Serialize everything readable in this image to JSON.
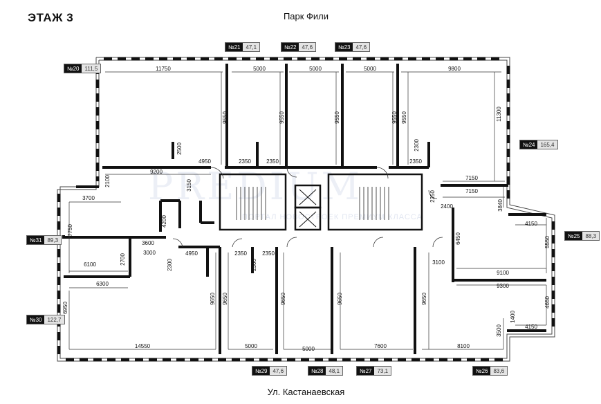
{
  "header": {
    "floor_title": "ЭТАЖ 3",
    "street_top": "Парк Фили",
    "street_bottom": "Ул. Кастанаевская"
  },
  "watermark": {
    "text": "PREDIUM",
    "subtext": "ПОРТАЛ НОВОСТРОЕК ПРЕМИУМ КЛАССА"
  },
  "units": [
    {
      "num": "№21",
      "area": "47,1"
    },
    {
      "num": "№22",
      "area": "47,6"
    },
    {
      "num": "№23",
      "area": "47,6"
    },
    {
      "num": "№20",
      "area": "111,5"
    },
    {
      "num": "№24",
      "area": "165,4"
    },
    {
      "num": "№31",
      "area": "89,3"
    },
    {
      "num": "№25",
      "area": "88,3"
    },
    {
      "num": "№30",
      "area": "122,7"
    },
    {
      "num": "№29",
      "area": "47,6"
    },
    {
      "num": "№28",
      "area": "48,1"
    },
    {
      "num": "№27",
      "area": "73,1"
    },
    {
      "num": "№26",
      "area": "83,6"
    }
  ],
  "dimensions": [
    "11750",
    "5000",
    "5000",
    "5000",
    "9800",
    "9550",
    "9550",
    "9550",
    "9550",
    "9550",
    "11300",
    "2500",
    "4950",
    "2350",
    "2350",
    "2300",
    "2350",
    "9200",
    "2100",
    "3150",
    "7150",
    "7150",
    "2250",
    "2400",
    "3700",
    "7750",
    "4200",
    "3840",
    "4150",
    "5550",
    "6450",
    "3600",
    "3000",
    "4950",
    "2350",
    "2350",
    "2300",
    "2300",
    "6100",
    "2700",
    "6300",
    "3100",
    "9100",
    "9300",
    "6950",
    "9650",
    "9650",
    "9650",
    "9650",
    "9650",
    "4650",
    "1400",
    "4150",
    "3500",
    "14550",
    "5000",
    "5000",
    "7600",
    "8100"
  ]
}
